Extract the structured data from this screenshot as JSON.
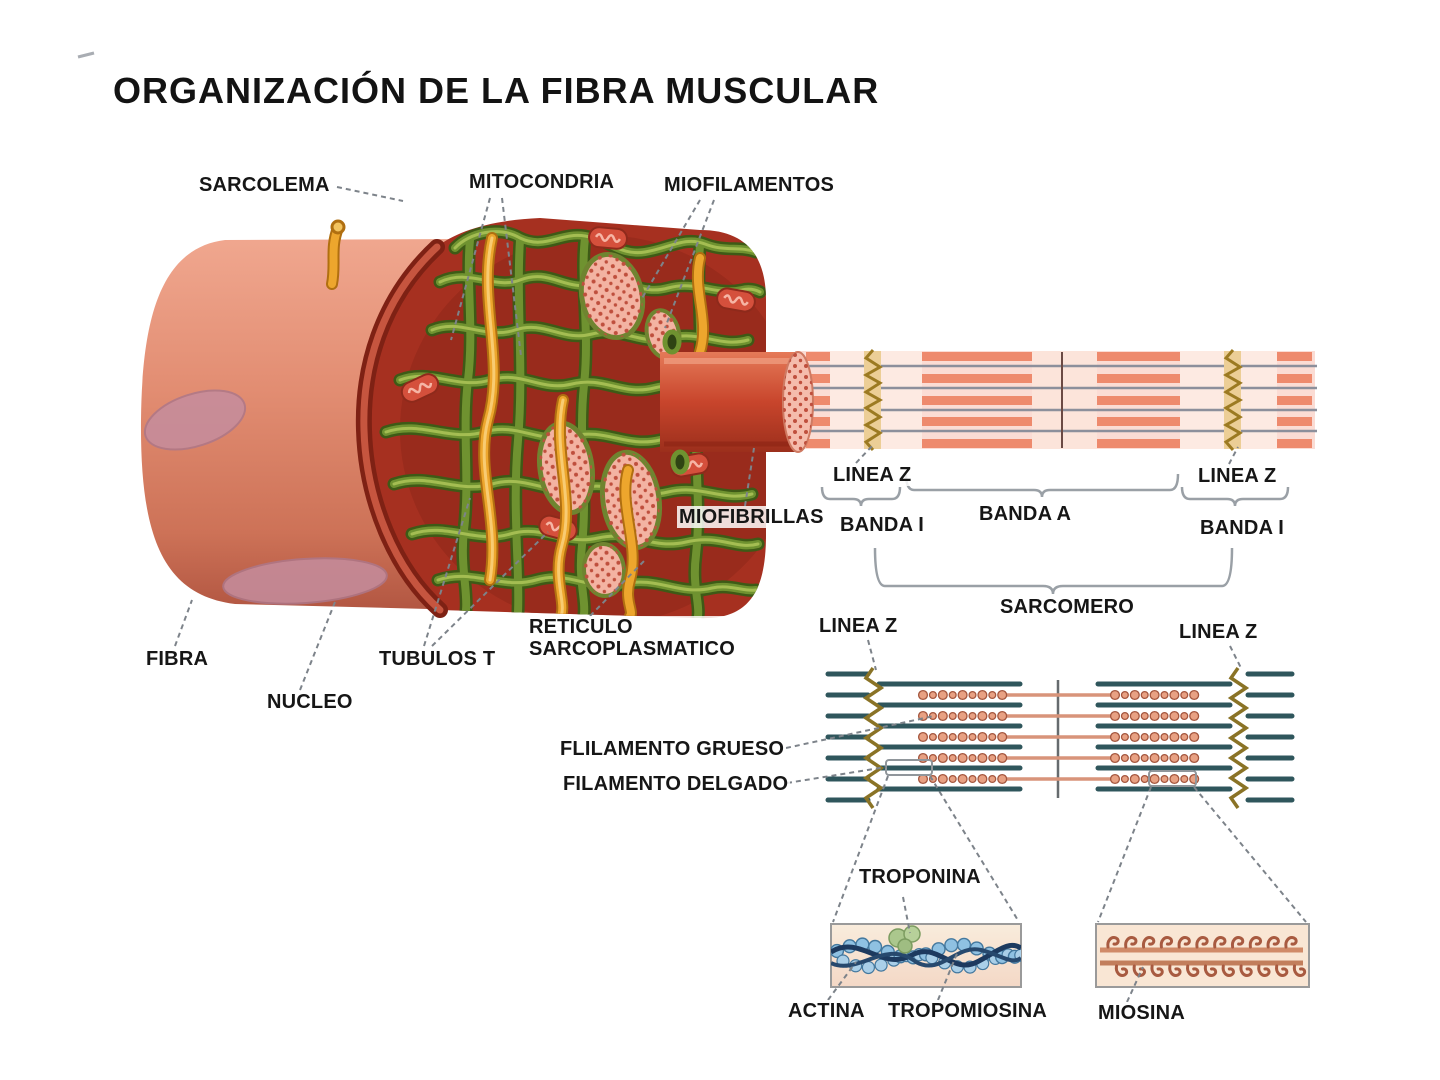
{
  "title": "ORGANIZACIÓN DE LA FIBRA MUSCULAR",
  "labels": {
    "sarcolema": "SARCOLEMA",
    "mitocondria": "MITOCONDRIA",
    "miofilamentos": "MIOFILAMENTOS",
    "miofibrillas": "MIOFIBRILLAS",
    "linea_z_top_left": "LINEA Z",
    "linea_z_top_right": "LINEA Z",
    "banda_i_left": "BANDA I",
    "banda_a": "BANDA A",
    "banda_i_right": "BANDA I",
    "sarcomero": "SARCOMERO",
    "linea_z_bottom_left": "LINEA Z",
    "linea_z_bottom_right": "LINEA Z",
    "fibra": "FIBRA",
    "nucleo": "NUCLEO",
    "tubulos_t": "TUBULOS T",
    "reticulo_1": "RETICULO",
    "reticulo_2": "SARCOPLASMATICO",
    "filamento_grueso": "FLILAMENTO GRUESO",
    "filamento_delgado": "FILAMENTO DELGADO",
    "troponina": "TROPONINA",
    "actina": "ACTINA",
    "tropomiosina": "TROPOMIOSINA",
    "miosina": "MIOSINA"
  },
  "colors": {
    "fiber_salmon": "#e08a70",
    "interior_red": "#a63020",
    "reticulum_green": "#6f9230",
    "t_tubule_orange": "#eda62d",
    "band_stripe": "#ee8a6d",
    "band_background": "#fbdcd4",
    "z_line_olive": "#9c7a22",
    "thin_filament_teal": "#2f565c",
    "thick_filament_salmon": "#e8a183",
    "actin_blue": "#8fc1e2",
    "troponin_green": "#abc78d",
    "tropomyosin_navy": "#16365c",
    "label_text": "#161616"
  }
}
